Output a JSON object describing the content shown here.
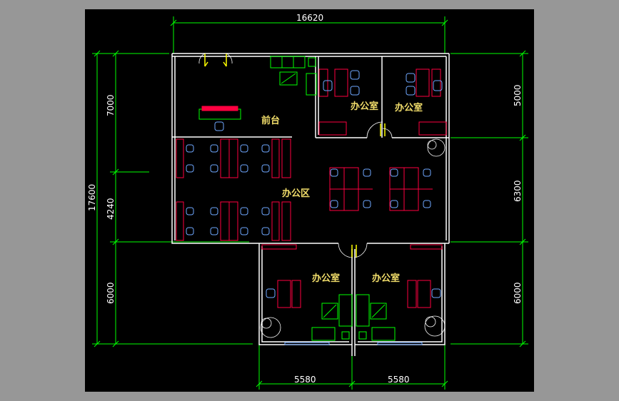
{
  "colors": {
    "background": "#979797",
    "canvas": "#000000",
    "wall": "#ffffff",
    "dimension": "#00ff00",
    "room_label": "#f0dc6a",
    "desk": "#ff0040",
    "chair": "#6fa8ff",
    "cabinet": "#00ff00",
    "door": "#ffff00",
    "plant": "#ffffff"
  },
  "dimensions": {
    "overall_width": "16620",
    "overall_height": "17600",
    "left_upper": "7000",
    "left_middle": "4240",
    "left_lower": "6000",
    "right_upper": "5000",
    "right_middle": "6300",
    "right_lower": "6000",
    "bottom_left": "5580",
    "bottom_right": "5580"
  },
  "rooms": {
    "reception": "前台",
    "office_top_left": "办公室",
    "office_top_right": "办公室",
    "open_office": "办公区",
    "office_bottom_left": "办公室",
    "office_bottom_right": "办公室"
  }
}
